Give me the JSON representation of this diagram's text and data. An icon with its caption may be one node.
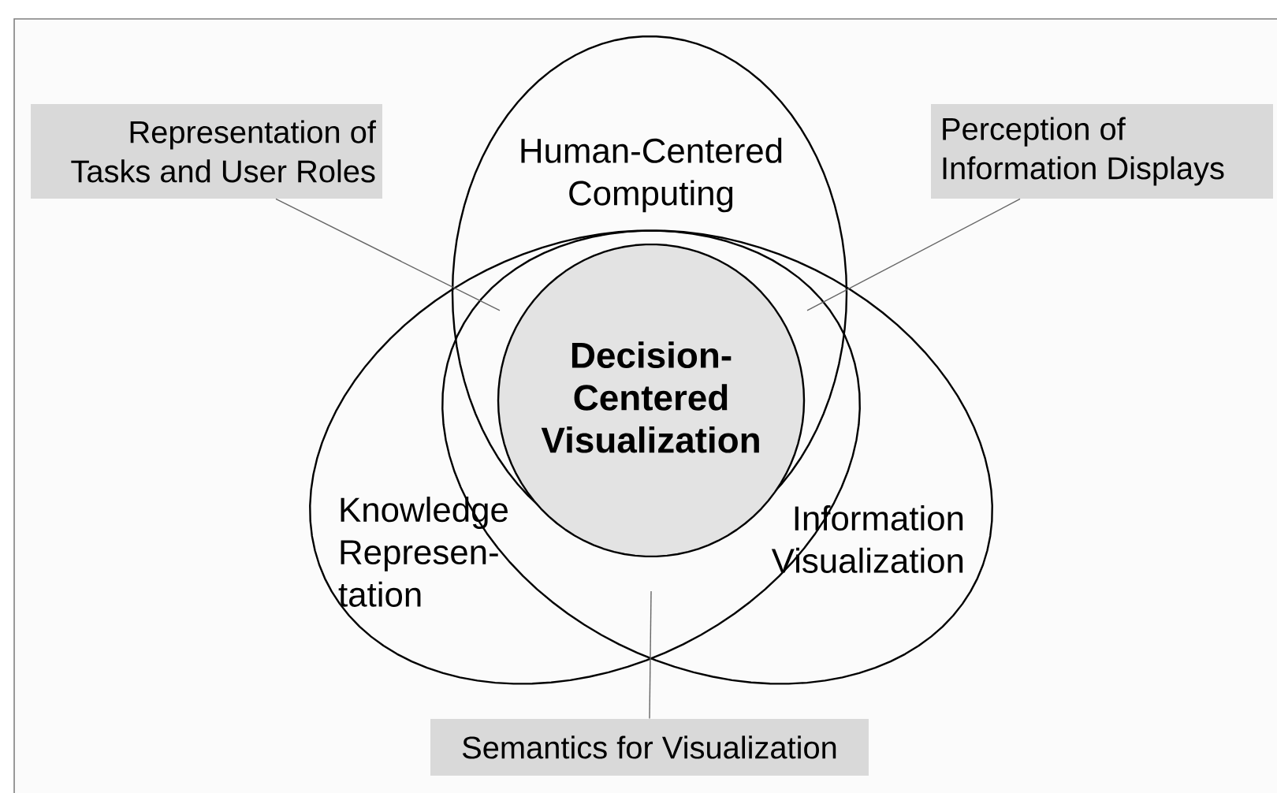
{
  "diagram": {
    "nodes": [
      {
        "text": [
          "Human-Centered Computing"
        ]
      },
      {
        "text": [
          "Knowledge Represen-tation"
        ]
      },
      {
        "text": [
          "Information Visualization"
        ]
      },
      {
        "text": [
          "Decision-Centered Visualization"
        ]
      },
      {
        "text": [
          "Representation of Tasks and User Roles"
        ]
      },
      {
        "text": [
          "Perception of Information Displays"
        ]
      },
      {
        "text": [
          "Semantics for Visualization"
        ]
      }
    ],
    "edges": [
      {
        "from": 4,
        "to": 0,
        "arrow": "none"
      },
      {
        "from": 5,
        "to": 0,
        "arrow": "none"
      },
      {
        "from": 6,
        "to": 1,
        "arrow": "none"
      }
    ]
  }
}
